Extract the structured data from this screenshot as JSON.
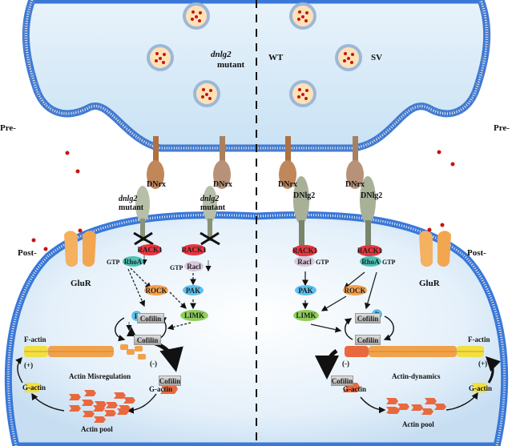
{
  "labels": {
    "pre_left": "Pre-",
    "pre_right": "Pre-",
    "post_left": "Post-",
    "post_right": "Post-",
    "sv": "SV",
    "wt": "WT",
    "mutant_top_italic": "dnlg2",
    "mutant_top": "mutant",
    "gluR_left": "GluR",
    "gluR_right": "GluR"
  },
  "left_side": {
    "condition": "dnlg2 mutant",
    "dnrx_1": "DNrx",
    "dnrx_2": "DNrx",
    "mutant1_italic": "dnlg2",
    "mutant1": "mutant",
    "mutant2_italic": "dnlg2",
    "mutant2": "mutant",
    "rack1_a": "RACK1",
    "rack1_b": "RACK1",
    "gtp_a": "GTP",
    "rhoa": "RhoA",
    "gtp_b": "GTP",
    "rac1": "Racl",
    "rock": "ROCK",
    "pak": "PAK",
    "limk": "LIMK",
    "p": "P",
    "cofilin_p": "Cofilin",
    "cofilin": "Cofilin",
    "cofilin_g": "Cofilin",
    "g_actin_bound": "G-actin",
    "f_actin": "F-actin",
    "plus": "(+)",
    "minus": "(-)",
    "g_actin": "G-actin",
    "process": "Actin Misregulation",
    "pool": "Actin pool"
  },
  "right_side": {
    "condition": "WT",
    "dnrx_1": "DNrx",
    "dnrx_2": "DNrx",
    "dnlg2_1": "DNlg2",
    "dnlg2_2": "DNlg2",
    "rack1_a": "RACK1",
    "rack1_b": "RACK1",
    "rac1": "Racl",
    "gtp_a": "GTP",
    "rhoa": "RhoA",
    "gtp_b": "GTP",
    "pak": "PAK",
    "rock": "ROCK",
    "limk": "LIMK",
    "p": "P",
    "cofilin_p": "Cofilin",
    "cofilin": "Cofilin",
    "cofilin_g": "Cofilin",
    "g_actin_bound": "G-actin",
    "f_actin": "F-actin",
    "plus": "(+)",
    "minus": "(-)",
    "g_actin": "G-actin",
    "process": "Actin-dynamics",
    "pool": "Actin pool"
  },
  "colors": {
    "membrane_blue": "#3a78d8",
    "cytoplasm": "#dcebf7",
    "rack1": "#e8353f",
    "rhoa": "#4cc3b5",
    "rac1": "#d9c8de",
    "rock": "#f5a04a",
    "pak": "#5cc2ef",
    "limk": "#8fce5a",
    "f_actin_orange": "#f0a24a",
    "f_actin_yellow": "#f0e040",
    "g_actin_red": "#e9683e",
    "dnrx": "#b07040",
    "dnlg2": "#a8b098",
    "vesicle_core": "#fde2b8",
    "glutamate": "#cc1111",
    "up_arrow": "#e8507a"
  }
}
